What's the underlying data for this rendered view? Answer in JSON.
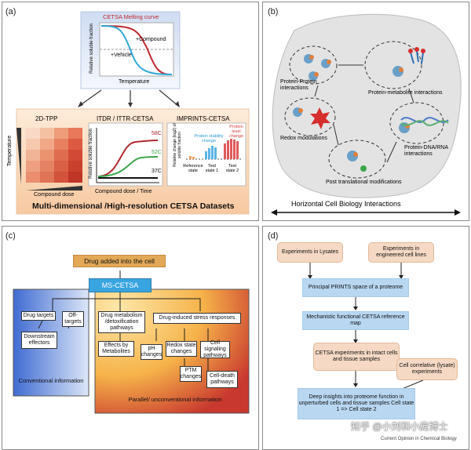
{
  "panel_a": {
    "label": "(a)",
    "melting": {
      "title": "CETSA Melting curve",
      "ylabel": "Relative soluble fraction",
      "xlabel": "Temperature",
      "compound": "+Compound",
      "vehicle": "+Vehicle"
    },
    "tpp": {
      "title": "2D-TPP",
      "ylabel": "Temperature",
      "xlabel": "Compound dose"
    },
    "itdr": {
      "title": "ITDR / ITTR-CETSA",
      "ylabel": "Relative soluble fraction",
      "xlabel": "Compound dose / Time",
      "s58": "58C",
      "s52": "52C",
      "s37": "37C"
    },
    "imprints": {
      "title": "IMPRINTS-CETSA",
      "ylabel": "Relative change (log2) of soluble fraction",
      "stability": "Protein stability change",
      "level": "Protein level change",
      "ref": "Reference state",
      "t1": "Test state 1",
      "t2": "Test state 2"
    },
    "footer": "Multi-dimensional /High-resolution CETSA Datasets"
  },
  "panel_b": {
    "label": "(b)",
    "ppi": "Protein-Protein interactions",
    "pmi": "Protein-metabolite interactions",
    "redox": "Redox modulations",
    "dna": "Protein-DNA/RNA interactions",
    "ptm": "Post translational modifications",
    "footer": "Horizontal Cell Biology Interactions"
  },
  "panel_c": {
    "label": "(c)",
    "top": "Drug added into the cell",
    "ms": "MS-CETSA",
    "drug_targets": "Drug targets",
    "off_targets": "Off-targets",
    "downstream": "Downstream effectors",
    "conventional": "Conventional information",
    "metabolism": "Drug metabolism /detoxification pathways",
    "stress": "Drug-induced stress responses",
    "effects": "Effects by Metabolites",
    "ph": "pH changes",
    "redox": "Redox state changes",
    "signaling": "Cell signaling pathways",
    "ptm": "PTM changes",
    "death": "Cell-death pathways",
    "parallel": "Parallel/ unconventional information"
  },
  "panel_d": {
    "label": "(d)",
    "lysates": "Experiments in Lysates",
    "engineered": "Experiments in engineered cell lines",
    "prints": "Principal PRINTS space of a proteome",
    "map": "Mechanistic functional CETSA reference map",
    "intact": "CETSA experiments in intact cells and tissue samples",
    "correlative": "Cell correlative (lysate) experiments",
    "insights": "Deep insights into proteome function in unperturbed cells and tissue samples Cell state 1 => Cell state 2"
  },
  "watermark": "知乎 @小刘和小庞博士",
  "credit": "Current Opinion in Chemical Biology"
}
